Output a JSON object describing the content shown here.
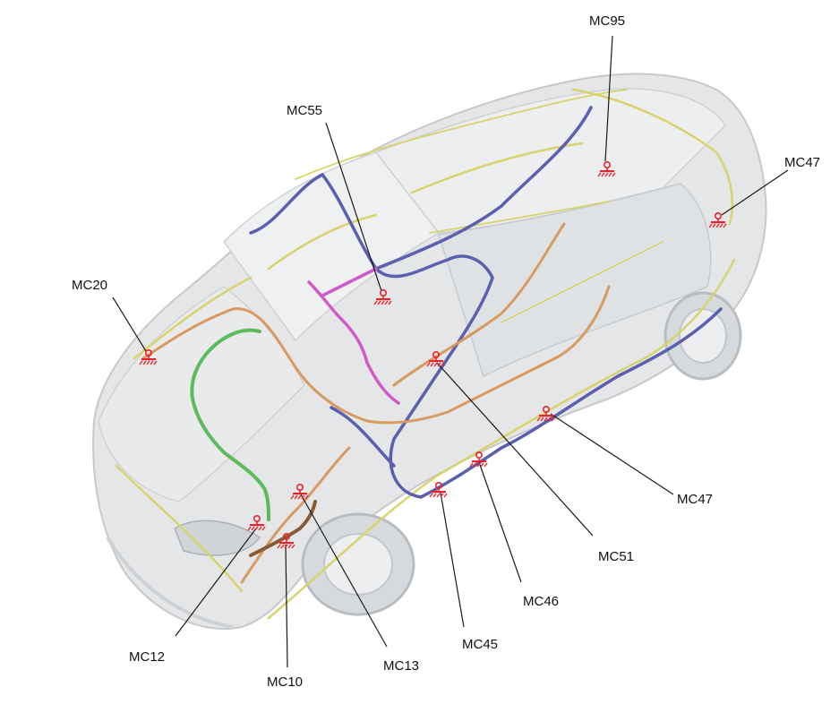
{
  "labels": [
    {
      "id": "mc95",
      "text": "MC95"
    },
    {
      "id": "mc55",
      "text": "MC55"
    },
    {
      "id": "mc47-top",
      "text": "MC47"
    },
    {
      "id": "mc20",
      "text": "MC20"
    },
    {
      "id": "mc47-side",
      "text": "MC47"
    },
    {
      "id": "mc51",
      "text": "MC51"
    },
    {
      "id": "mc46",
      "text": "MC46"
    },
    {
      "id": "mc45",
      "text": "MC45"
    },
    {
      "id": "mc13",
      "text": "MC13"
    },
    {
      "id": "mc12",
      "text": "MC12"
    },
    {
      "id": "mc10",
      "text": "MC10"
    }
  ],
  "colors": {
    "marker": "#e8242b",
    "harness_yellow": "#d8d36a",
    "harness_blue": "#5a5fb0",
    "harness_orange": "#d99a5f",
    "harness_green": "#5dbb5d",
    "harness_magenta": "#d05bc8",
    "body": "#e2e4e6"
  },
  "icons": {
    "marker": "ground-point-icon"
  }
}
